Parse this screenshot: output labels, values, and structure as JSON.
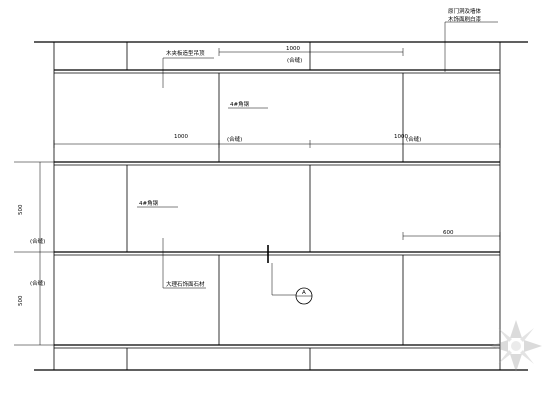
{
  "annotations": {
    "top_right_line1": "原门洞及墙体",
    "top_right_line2": "木饰面刷白漆",
    "top_left_label": "木夹板造型吊顶",
    "left_rod_upper": "4#角钢",
    "left_rod_middle": "4#角钢",
    "bottom_center_label": "大理石饰面石材",
    "symbol_letter": "A"
  },
  "dimensions": {
    "top_span": "1000",
    "top_span_note": "(合缝)",
    "mid_left_span": "1000",
    "mid_left_note": "(合缝)",
    "mid_right_span": "1000",
    "mid_right_note": "(合缝)",
    "right_small_span": "600",
    "left_upper_vertical": "500",
    "left_upper_note": "(合缝)",
    "left_lower_vertical": "500",
    "left_lower_note": "(合缝)"
  }
}
